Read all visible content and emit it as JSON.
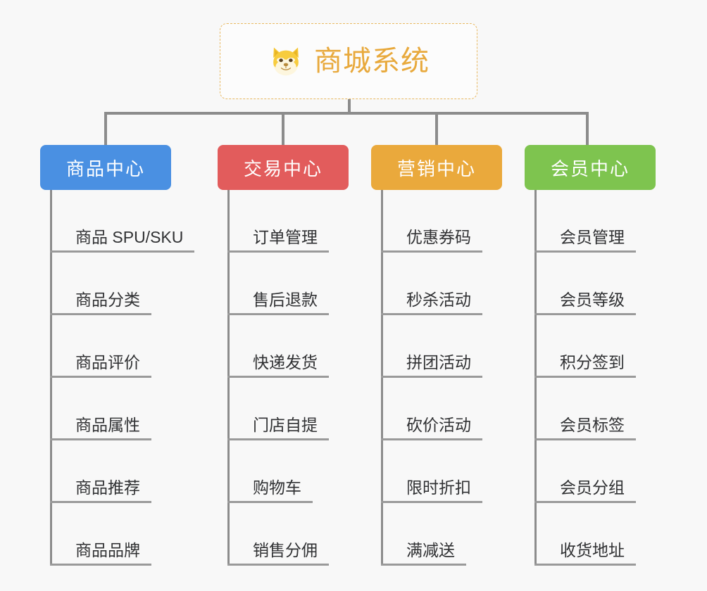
{
  "background_color": "#f8f8f8",
  "root": {
    "icon": "shiba-dog-face-emoji",
    "title": "商城系统",
    "title_color": "#e8a93c",
    "border_color": "#e8b860"
  },
  "columns": [
    {
      "id": "product-center",
      "header": "商品中心",
      "color": "#4a90e2",
      "items": [
        "商品 SPU/SKU",
        "商品分类",
        "商品评价",
        "商品属性",
        "商品推荐",
        "商品品牌"
      ]
    },
    {
      "id": "trade-center",
      "header": "交易中心",
      "color": "#e25c5c",
      "items": [
        "订单管理",
        "售后退款",
        "快递发货",
        "门店自提",
        "购物车",
        "销售分佣"
      ]
    },
    {
      "id": "marketing-center",
      "header": "营销中心",
      "color": "#eaa93c",
      "items": [
        "优惠券码",
        "秒杀活动",
        "拼团活动",
        "砍价活动",
        "限时折扣",
        "满减送"
      ]
    },
    {
      "id": "member-center",
      "header": "会员中心",
      "color": "#7ec44f",
      "items": [
        "会员管理",
        "会员等级",
        "积分签到",
        "会员标签",
        "会员分组",
        "收货地址"
      ]
    }
  ],
  "connector_color": "#8c8c8c",
  "leaf_underline_color": "#9a9a9a"
}
